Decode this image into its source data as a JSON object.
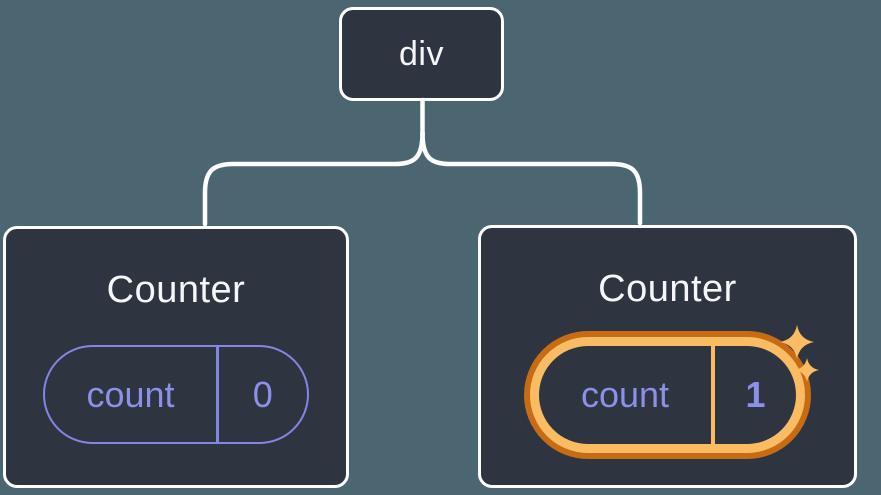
{
  "diagram": {
    "root": {
      "label": "div"
    },
    "children": [
      {
        "title": "Counter",
        "state": {
          "key": "count",
          "value": "0"
        },
        "highlighted": false
      },
      {
        "title": "Counter",
        "state": {
          "key": "count",
          "value": "1"
        },
        "highlighted": true
      }
    ]
  },
  "icons": {
    "sparkle_large": "sparkle-icon",
    "sparkle_small": "sparkle-icon"
  },
  "colors": {
    "background": "#4b6670",
    "node_fill": "#2e3440",
    "node_border": "#ffffff",
    "connector": "#ffffff",
    "title_text": "#f5f6f8",
    "state_accent": "#8b90e8",
    "state_pill_border": "#8287e2",
    "highlight_outer_ring": "#c76c15",
    "highlight_inner_ring": "#f9bc62"
  }
}
